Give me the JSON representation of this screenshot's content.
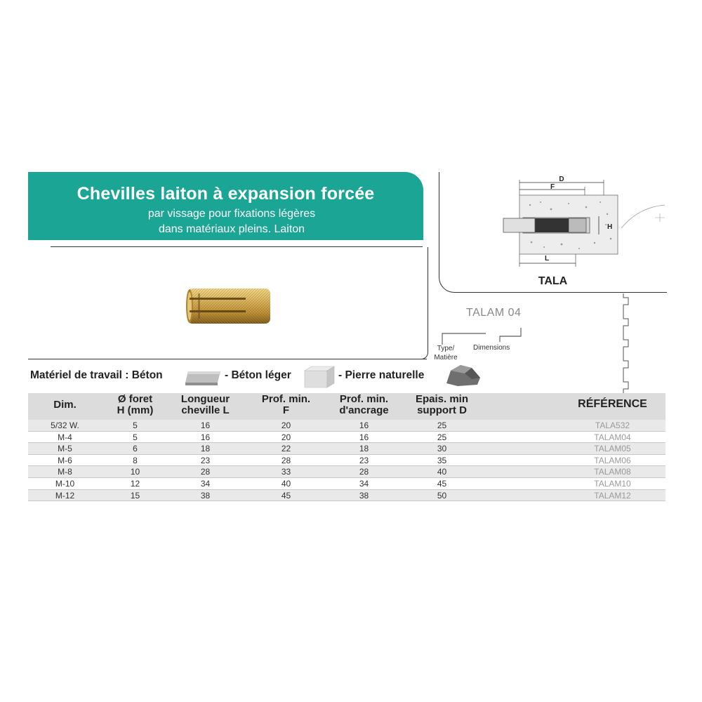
{
  "header": {
    "title": "Chevilles laiton à expansion forcée",
    "subtitle_line1": "par vissage pour fixations légères",
    "subtitle_line2": "dans matériaux pleins. Laiton"
  },
  "drawing": {
    "label": "TALA",
    "dims": {
      "d": "D",
      "f": "F",
      "h": "H",
      "l": "L"
    }
  },
  "code_legend": {
    "code": "TALAM 04",
    "type_label_1": "Type/",
    "type_label_2": "Matière",
    "dimensions_label": "Dimensions"
  },
  "materials": {
    "prefix": "Matériel de travail : Béton",
    "light": "- Béton léger",
    "stone": "- Pierre naturelle"
  },
  "table": {
    "headers": {
      "dim": "Dim.",
      "foret_1": "Ø foret",
      "foret_2": "H (mm)",
      "longueur_1": "Longueur",
      "longueur_2": "cheville L",
      "prof_1": "Prof. min.",
      "prof_2": "F",
      "ancrage_1": "Prof. min.",
      "ancrage_2": "d'ancrage",
      "epais_1": "Epais. min",
      "epais_2": "support D",
      "reference": "RÉFÉRENCE"
    },
    "rows": [
      {
        "dim": "5/32 W.",
        "foret": "5",
        "longueur": "16",
        "prof": "20",
        "ancrage": "16",
        "epais": "25",
        "ref": "TALA532"
      },
      {
        "dim": "M-4",
        "foret": "5",
        "longueur": "16",
        "prof": "20",
        "ancrage": "16",
        "epais": "25",
        "ref": "TALAM04"
      },
      {
        "dim": "M-5",
        "foret": "6",
        "longueur": "18",
        "prof": "22",
        "ancrage": "18",
        "epais": "30",
        "ref": "TALAM05"
      },
      {
        "dim": "M-6",
        "foret": "8",
        "longueur": "23",
        "prof": "28",
        "ancrage": "23",
        "epais": "35",
        "ref": "TALAM06"
      },
      {
        "dim": "M-8",
        "foret": "10",
        "longueur": "28",
        "prof": "33",
        "ancrage": "28",
        "epais": "40",
        "ref": "TALAM08"
      },
      {
        "dim": "M-10",
        "foret": "12",
        "longueur": "34",
        "prof": "40",
        "ancrage": "34",
        "epais": "45",
        "ref": "TALAM10"
      },
      {
        "dim": "M-12",
        "foret": "15",
        "longueur": "38",
        "prof": "45",
        "ancrage": "38",
        "epais": "50",
        "ref": "TALAM12"
      }
    ]
  },
  "colors": {
    "banner": "#1aa595",
    "brass": "#c9a24a",
    "table_header_bg": "#dcdcdc"
  }
}
